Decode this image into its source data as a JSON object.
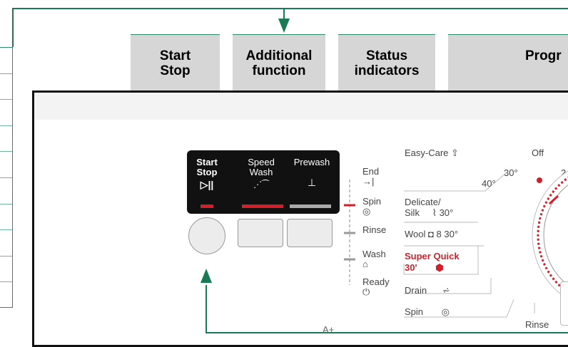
{
  "header": {
    "start_stop": "Start\nStop",
    "additional": "Additional\nfunction",
    "status": "Status\nindicators",
    "programmes": "Progr"
  },
  "controls": {
    "start_label": "Start",
    "stop_label": "Stop",
    "speed_label": "Speed",
    "wash_label": "Wash",
    "prewash_label": "Prewash"
  },
  "status": {
    "end": "End",
    "spin": "Spin",
    "rinse": "Rinse",
    "wash": "Wash",
    "ready": "Ready"
  },
  "programmes": {
    "easy_care": "Easy-Care",
    "off": "Off",
    "temp30": "30°",
    "temp2": "2",
    "temp40": "40°",
    "delicate": "Delicate/",
    "silk": "Silk",
    "silk_temp": "30°",
    "wool": "Wool",
    "wool_temp": "30°",
    "super_quick": "Super Quick",
    "super_quick_temp": "30'",
    "drain": "Drain",
    "spin": "Spin",
    "rinse": "Rinse"
  },
  "footer": {
    "aplus": "A+"
  },
  "colors": {
    "accent": "#1a7a55",
    "red": "#d2202a",
    "grey": "#d6d6d6"
  }
}
